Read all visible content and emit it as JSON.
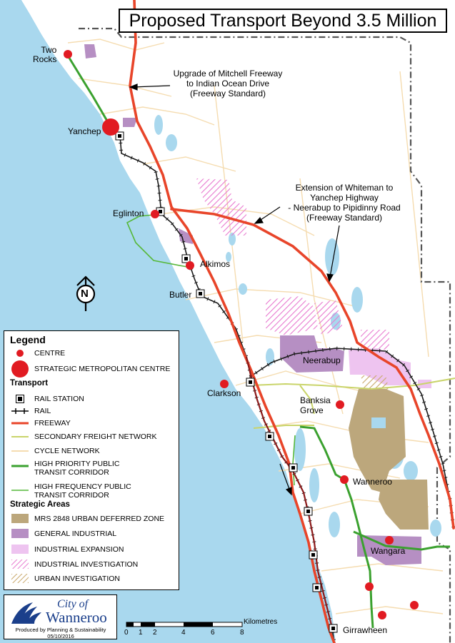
{
  "title": "Proposed Transport Beyond 3.5 Million",
  "places": {
    "two_rocks": "Two\nRocks",
    "yanchep": "Yanchep",
    "eglinton": "Eglinton",
    "alkimos": "Alkimos",
    "butler": "Butler",
    "clarkson": "Clarkson",
    "neerabup": "Neerabup",
    "banksia_grove": "Banksia\nGrove",
    "wanneroo": "Wanneroo",
    "wangara": "Wangara",
    "girrawheen": "Girrawheen"
  },
  "annotations": {
    "mitchell": "Upgrade of Mitchell Freeway\nto Indian Ocean Drive\n(Freeway Standard)",
    "whiteman": "Extension of Whiteman to\nYanchep Highway\n- Neerabup to Pipidinny Road\n(Freeway Standard)"
  },
  "north": "N",
  "legend": {
    "title": "Legend",
    "centre": "CENTRE",
    "strategic_centre": "STRATEGIC METROPOLITAN CENTRE",
    "transport_heading": "Transport",
    "rail_station": "RAIL STATION",
    "rail": "RAIL",
    "freeway": "FREEWAY",
    "secondary_freight": "SECONDARY FREIGHT NETWORK",
    "cycle": "CYCLE NETWORK",
    "high_priority": "HIGH PRIORITY PUBLIC\nTRANSIT CORRIDOR",
    "high_frequency": "HIGH FREQUENCY PUBLIC\nTRANSIT CORRIDOR",
    "areas_heading": "Strategic Areas",
    "mrs": "MRS 2848 URBAN DEFERRED ZONE",
    "general_industrial": "GENERAL INDUSTRIAL",
    "industrial_expansion": "INDUSTRIAL EXPANSION",
    "industrial_investigation": "INDUSTRIAL INVESTIGATION",
    "urban_investigation": "URBAN INVESTIGATION"
  },
  "logo": {
    "city_of": "City of",
    "name": "Wanneroo",
    "produced": "Produced by Planning & Sustainability",
    "date": "05/10/2016"
  },
  "scale": {
    "unit": "Kilometres",
    "ticks": [
      "0",
      "1",
      "2",
      "4",
      "6",
      "8"
    ]
  },
  "colors": {
    "ocean": "#a9d8ee",
    "freeway": "#e8452a",
    "rail": "#1a1a1a",
    "high_priority": "#3ba12f",
    "high_frequency": "#57b83a",
    "secondary_freight": "#c9d46a",
    "cycle": "#f5dcb0",
    "centre": "#e11b22",
    "urban_deferred": "#bca77c",
    "general_industrial": "#b68fc3",
    "industrial_expansion": "#eec4f0",
    "industrial_investigation": "#e87ad0",
    "urban_investigation": "#c9a86b",
    "lakes": "#a9d8ee"
  }
}
